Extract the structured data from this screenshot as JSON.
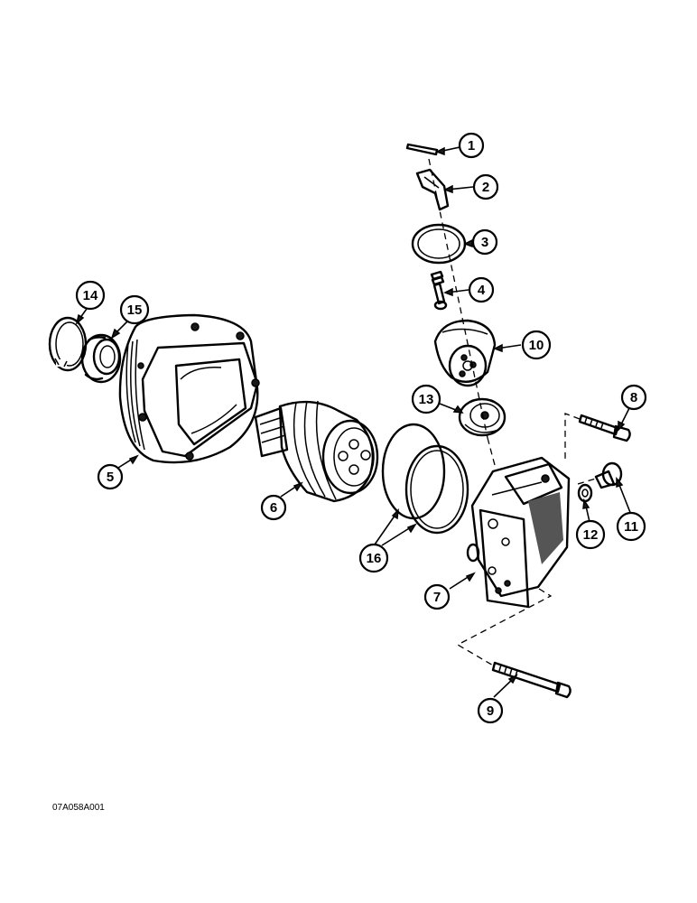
{
  "callouts": [
    {
      "id": "1",
      "label": "1"
    },
    {
      "id": "2",
      "label": "2"
    },
    {
      "id": "3",
      "label": "3"
    },
    {
      "id": "4",
      "label": "4"
    },
    {
      "id": "5",
      "label": "5"
    },
    {
      "id": "6",
      "label": "6"
    },
    {
      "id": "7",
      "label": "7"
    },
    {
      "id": "8",
      "label": "8"
    },
    {
      "id": "9",
      "label": "9"
    },
    {
      "id": "10",
      "label": "10"
    },
    {
      "id": "11",
      "label": "11"
    },
    {
      "id": "12",
      "label": "12"
    },
    {
      "id": "13",
      "label": "13"
    },
    {
      "id": "14",
      "label": "14"
    },
    {
      "id": "15",
      "label": "15"
    },
    {
      "id": "16",
      "label": "16"
    }
  ],
  "reference_code": "07A058A001"
}
